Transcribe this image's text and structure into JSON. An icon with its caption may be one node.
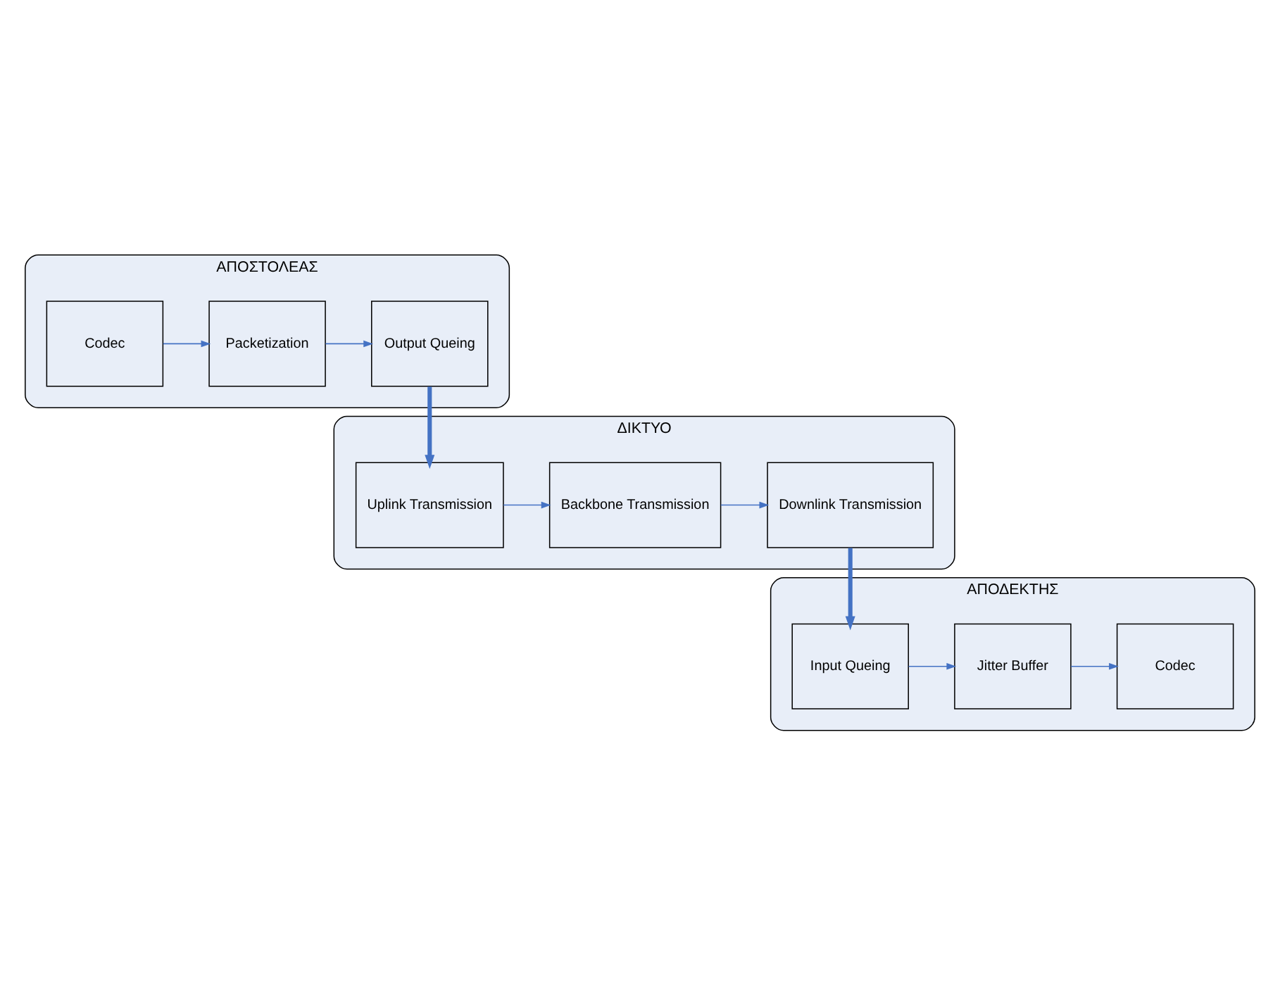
{
  "diagram": {
    "nodes": [
      {
        "text": [
          "ΑΠΟΣΤΟΛΕΑΣ"
        ]
      },
      {
        "text": [
          "Codec"
        ],
        "in": 0
      },
      {
        "text": [
          "Packetization"
        ],
        "in": 0
      },
      {
        "text": [
          "Output Queing"
        ],
        "in": 0
      },
      {
        "text": [
          "ΔΙΚΤΥΟ"
        ]
      },
      {
        "text": [
          "Uplink Transmission"
        ],
        "in": 4
      },
      {
        "text": [
          "Backbone Transmission"
        ],
        "in": 4
      },
      {
        "text": [
          "Downlink Transmission"
        ],
        "in": 4
      },
      {
        "text": [
          "ΑΠΟΔΕΚΤΗΣ"
        ]
      },
      {
        "text": [
          "Input Queing"
        ],
        "in": 8
      },
      {
        "text": [
          "Jitter Buffer"
        ],
        "in": 8
      },
      {
        "text": [
          "Codec"
        ],
        "in": 8
      }
    ],
    "edges": [
      {
        "from": 1,
        "to": 2,
        "arrow": "to"
      },
      {
        "from": 2,
        "to": 3,
        "arrow": "to"
      },
      {
        "from": 3,
        "to": 5,
        "arrow": "to",
        "style": "thick"
      },
      {
        "from": 5,
        "to": 6,
        "arrow": "to"
      },
      {
        "from": 6,
        "to": 7,
        "arrow": "to"
      },
      {
        "from": 7,
        "to": 9,
        "arrow": "to",
        "style": "thick"
      },
      {
        "from": 9,
        "to": 10,
        "arrow": "to"
      },
      {
        "from": 10,
        "to": 11,
        "arrow": "to"
      }
    ]
  }
}
